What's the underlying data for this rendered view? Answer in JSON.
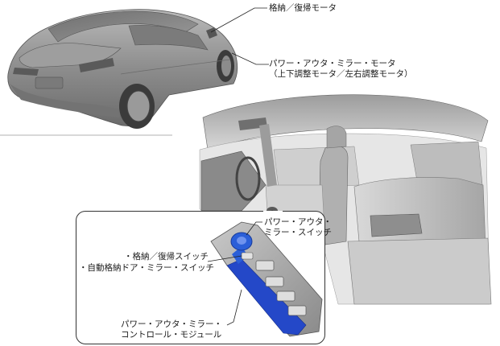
{
  "labels": {
    "fold_motor": "格納／復帰モータ",
    "mirror_motor_line1": "パワー・アウタ・ミラー・モータ",
    "mirror_motor_line2": "（上下調整モータ／左右調整モータ）",
    "mirror_switch_line1": "パワー・アウタ・",
    "mirror_switch_line2": "ミラー・スイッチ",
    "fold_switch": "・格納／復帰スイッチ",
    "auto_fold_switch": "・自動格納ドア・ミラー・スイッチ",
    "control_module_line1": "パワー・アウタ・ミラー・",
    "control_module_line2": "コントロール・モジュール"
  },
  "colors": {
    "switch_highlight": "#2b5fd8",
    "module_highlight": "#2448c8",
    "body_gray": "#8f8f8f",
    "line": "#222222"
  }
}
